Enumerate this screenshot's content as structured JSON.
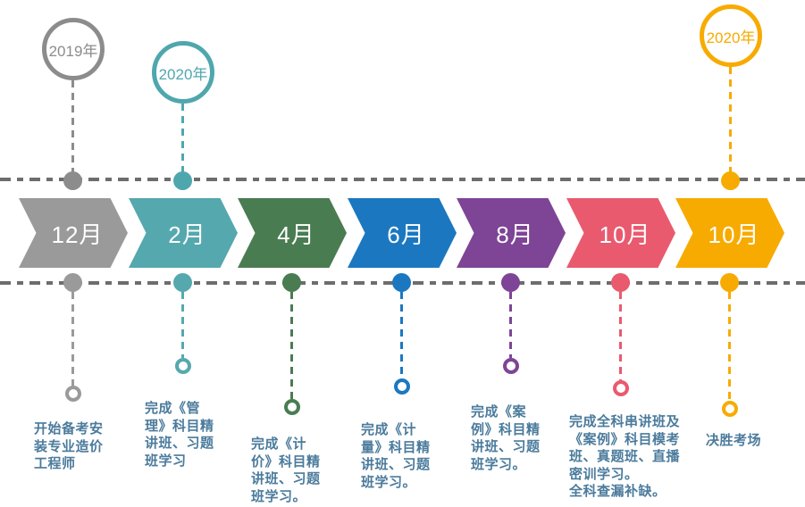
{
  "palette": {
    "dash_line": "#6D6D6D",
    "description_text": "#4B7B9C",
    "month_text": "#FFFFFF",
    "background": "#FFFFFF"
  },
  "years": [
    {
      "label": "2019年",
      "color": "#8C8C8C",
      "over_month": "12月"
    },
    {
      "label": "2020年",
      "color": "#4FA7AE",
      "over_month": "2月"
    },
    {
      "label": "2020年",
      "color": "#F7AB00",
      "over_month": "10月"
    }
  ],
  "columns": [
    {
      "month": "12月",
      "color": "#9A9A9A",
      "description": "开始备考安\n装专业造价\n工程师"
    },
    {
      "month": "2月",
      "color": "#55A8AE",
      "description": "完成《管\n理》科目精\n讲班、习题\n班学习"
    },
    {
      "month": "4月",
      "color": "#4A7C52",
      "description": "完成《计\n价》科目精\n讲班、习题\n班学习。"
    },
    {
      "month": "6月",
      "color": "#1B78C0",
      "description": "完成《计\n量》科目精\n讲班、习题\n班学习。"
    },
    {
      "month": "8月",
      "color": "#7E4496",
      "description": "完成《案\n例》科目精\n讲班、习题\n班学习。"
    },
    {
      "month": "10月",
      "color": "#E95A6F",
      "description": "完成全科串讲班及\n《案例》科目模考\n班、真题班、直播\n密训学习。\n全科查漏补缺。"
    },
    {
      "month": "10月",
      "color": "#F7AB00",
      "description": "决胜考场"
    }
  ]
}
